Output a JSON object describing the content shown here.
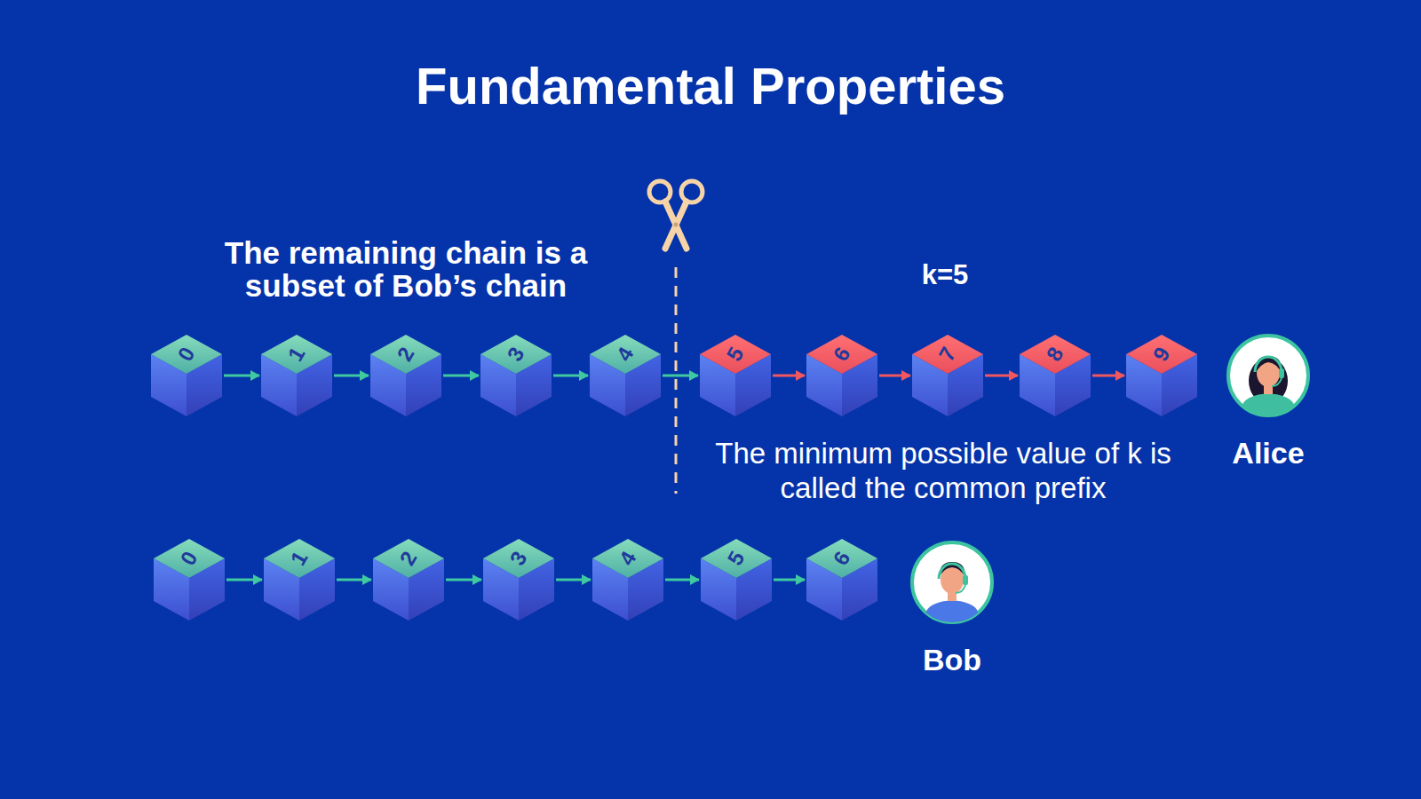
{
  "diagram": {
    "title": "Fundamental Properties",
    "nodes": [
      {
        "text": [
          "0"
        ]
      },
      {
        "text": [
          "1"
        ]
      },
      {
        "text": [
          "2"
        ]
      },
      {
        "text": [
          "3"
        ]
      },
      {
        "text": [
          "4"
        ]
      },
      {
        "text": [
          "5"
        ]
      },
      {
        "text": [
          "6"
        ]
      },
      {
        "text": [
          "7"
        ]
      },
      {
        "text": [
          "8"
        ]
      },
      {
        "text": [
          "9"
        ]
      },
      {
        "text": [
          "Alice"
        ]
      },
      {
        "text": [
          "0"
        ]
      },
      {
        "text": [
          "1"
        ]
      },
      {
        "text": [
          "2"
        ]
      },
      {
        "text": [
          "3"
        ]
      },
      {
        "text": [
          "4"
        ]
      },
      {
        "text": [
          "5"
        ]
      },
      {
        "text": [
          "6"
        ]
      },
      {
        "text": [
          "Bob"
        ]
      }
    ],
    "edges": [
      {
        "from": 0,
        "to": 1,
        "arrow": "to"
      },
      {
        "from": 1,
        "to": 2,
        "arrow": "to"
      },
      {
        "from": 2,
        "to": 3,
        "arrow": "to"
      },
      {
        "from": 3,
        "to": 4,
        "arrow": "to"
      },
      {
        "from": 4,
        "to": 5,
        "arrow": "to"
      },
      {
        "from": 5,
        "to": 6,
        "arrow": "to"
      },
      {
        "from": 6,
        "to": 7,
        "arrow": "to"
      },
      {
        "from": 7,
        "to": 8,
        "arrow": "to"
      },
      {
        "from": 8,
        "to": 9,
        "arrow": "to"
      },
      {
        "from": 11,
        "to": 12,
        "arrow": "to"
      },
      {
        "from": 12,
        "to": 13,
        "arrow": "to"
      },
      {
        "from": 13,
        "to": 14,
        "arrow": "to"
      },
      {
        "from": 14,
        "to": 15,
        "arrow": "to"
      },
      {
        "from": 15,
        "to": 16,
        "arrow": "to"
      },
      {
        "from": 16,
        "to": 17,
        "arrow": "to"
      }
    ],
    "labels": [
      "The remaining chain is a subset of Bob’s chain",
      "k=5",
      "The minimum possible value of k is called the common prefix"
    ]
  }
}
